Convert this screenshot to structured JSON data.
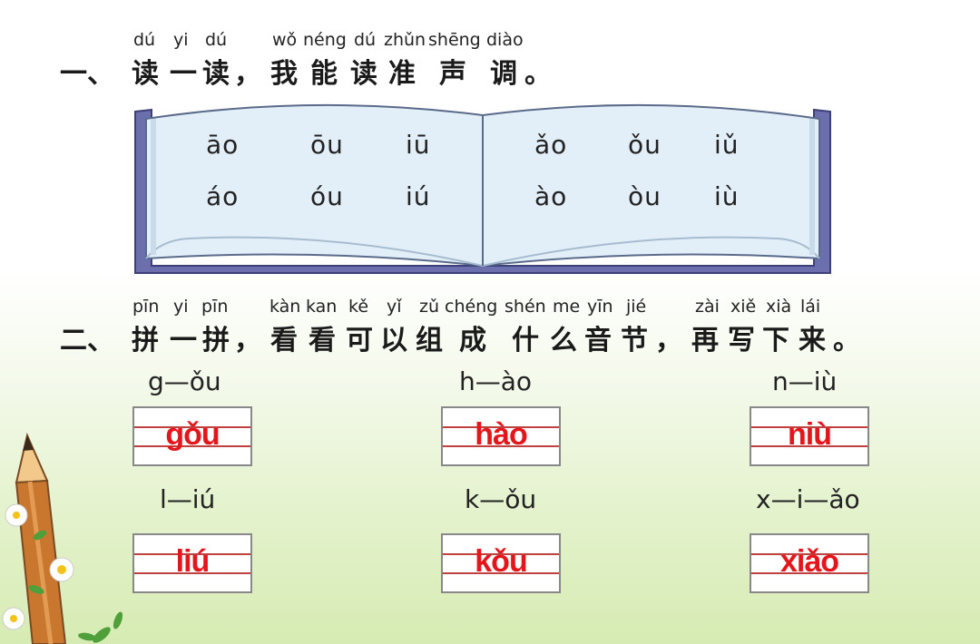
{
  "section1": {
    "pinyin": [
      "dú",
      "yi",
      "dú",
      "wǒ",
      "néng",
      "dú",
      "zhǔn",
      "shēng",
      "diào"
    ],
    "number": "一、",
    "chars": [
      "读",
      "一",
      "读",
      "，",
      "我",
      "能",
      "读",
      "准",
      "声",
      "调",
      "。"
    ]
  },
  "book": {
    "left_page": [
      [
        "āo",
        "ōu",
        "iū"
      ],
      [
        "áo",
        "óu",
        "iú"
      ]
    ],
    "right_page": [
      [
        "ǎo",
        "ǒu",
        "iǔ"
      ],
      [
        "ào",
        "òu",
        "iù"
      ]
    ]
  },
  "section2": {
    "pinyin": [
      "pīn",
      "yi",
      "pīn",
      "kàn",
      "kan",
      "kě",
      "yǐ",
      "zǔ",
      "chéng",
      "shén",
      "me",
      "yīn",
      "jié",
      "zài",
      "xiě",
      "xià",
      "lái"
    ],
    "number": "二、",
    "chars": [
      "拼",
      "一",
      "拼",
      "，",
      "看",
      "看",
      "可",
      "以",
      "组",
      "成",
      "什",
      "么",
      "音",
      "节",
      "，",
      "再",
      "写",
      "下",
      "来",
      "。"
    ]
  },
  "exercises": [
    {
      "prompt": "g—ǒu",
      "answer": "gǒu"
    },
    {
      "prompt": "h—ào",
      "answer": "hào"
    },
    {
      "prompt": "n—iù",
      "answer": "niù"
    },
    {
      "prompt": "l—iú",
      "answer": "liú"
    },
    {
      "prompt": "k—ǒu",
      "answer": "kǒu"
    },
    {
      "prompt": "x—i—ǎo",
      "answer": "xiǎo"
    }
  ],
  "colors": {
    "answer": "#e5161b",
    "book_cover": "#6b6fae",
    "book_page": "#e3eff8"
  },
  "decoration_icons": [
    "pencil-icon",
    "daisy-flower-icon"
  ]
}
